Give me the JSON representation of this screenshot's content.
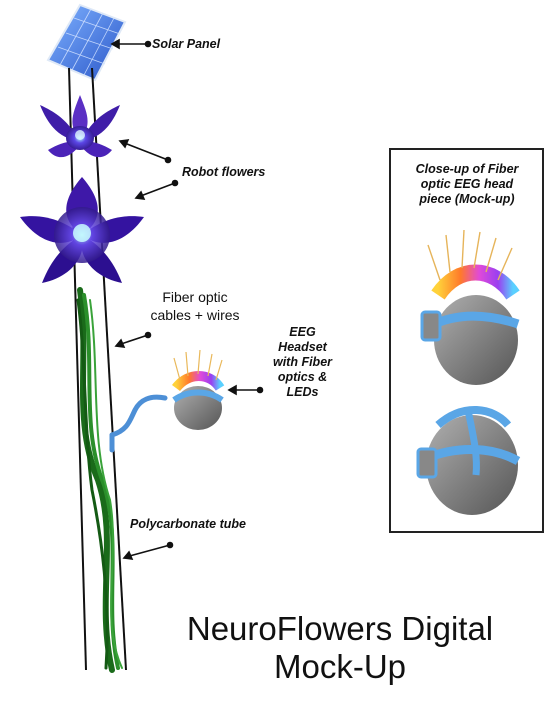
{
  "labels": {
    "solar_panel": "Solar Panel",
    "robot_flowers": "Robot flowers",
    "fiber_optic_line1": "Fiber optic",
    "fiber_optic_line2": "cables + wires",
    "eeg_line1": "EEG",
    "eeg_line2": "Headset",
    "eeg_line3": "with Fiber",
    "eeg_line4": "optics &",
    "eeg_line5": "LEDs",
    "polycarbonate": "Polycarbonate tube"
  },
  "closeup": {
    "line1": "Close-up of Fiber",
    "line2": "optic EEG head",
    "line3": "piece (Mock-up)"
  },
  "title": {
    "line1": "NeuroFlowers Digital",
    "line2": "Mock-Up"
  },
  "colors": {
    "tube": "#111111",
    "fiber": "#1f7a1f",
    "flower_purple": "#4a1fb0",
    "headband": "#5aa6e6",
    "head": "#8a8a8a"
  }
}
